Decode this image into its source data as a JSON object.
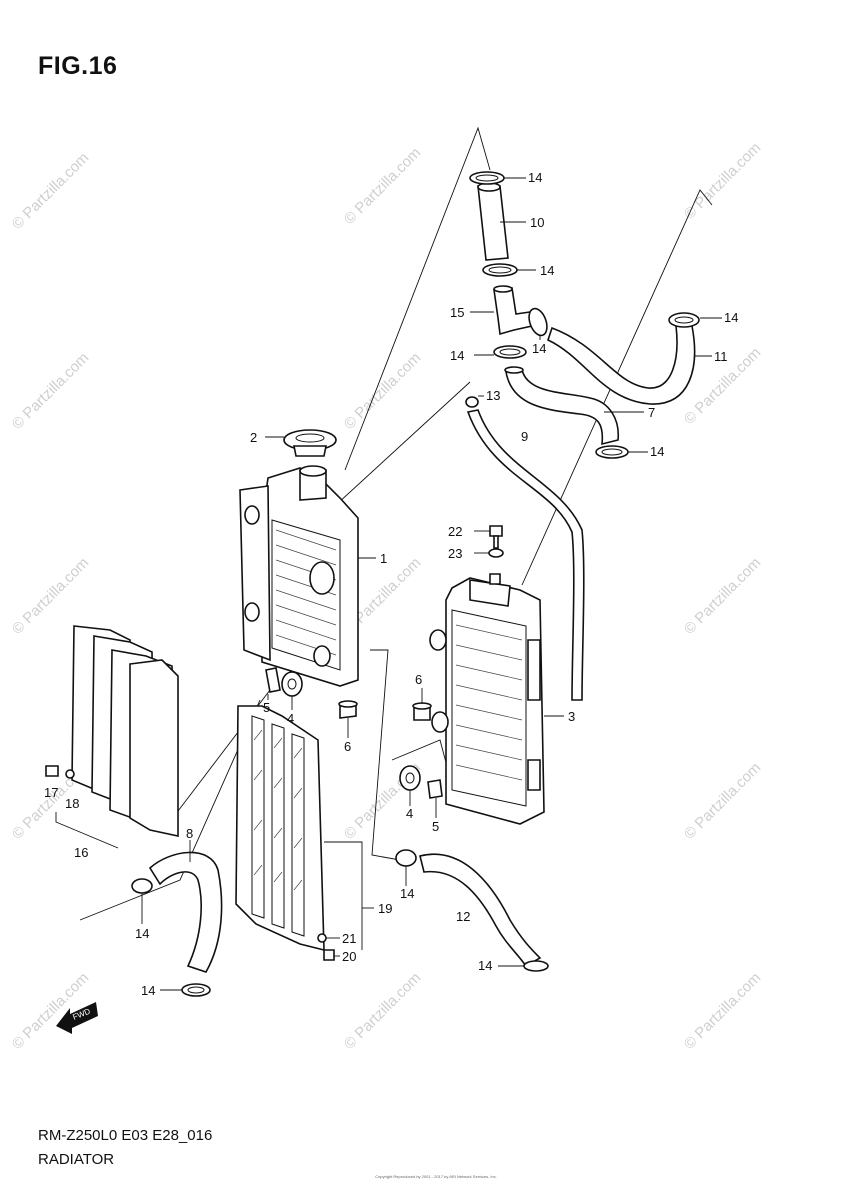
{
  "figure": {
    "title": "FIG.16",
    "code": "RM-Z250L0 E03 E28_016",
    "name": "RADIATOR",
    "copyright_small": "Copyright\nReproduced by 2001 - 2017 by ARI Network Services, Inc."
  },
  "watermark": {
    "text": "© Partzilla.com",
    "color": "#cfcfcf"
  },
  "callouts": [
    {
      "id": "c14a",
      "text": "14"
    },
    {
      "id": "c10",
      "text": "10"
    },
    {
      "id": "c14b",
      "text": "14"
    },
    {
      "id": "c15",
      "text": "15"
    },
    {
      "id": "c14c",
      "text": "14"
    },
    {
      "id": "c14d",
      "text": "14"
    },
    {
      "id": "c14e",
      "text": "14"
    },
    {
      "id": "c11",
      "text": "11"
    },
    {
      "id": "c13",
      "text": "13"
    },
    {
      "id": "c7",
      "text": "7"
    },
    {
      "id": "c9",
      "text": "9"
    },
    {
      "id": "c2",
      "text": "2"
    },
    {
      "id": "c14f",
      "text": "14"
    },
    {
      "id": "c1",
      "text": "1"
    },
    {
      "id": "c22",
      "text": "22"
    },
    {
      "id": "c23",
      "text": "23"
    },
    {
      "id": "c5a",
      "text": "5"
    },
    {
      "id": "c4a",
      "text": "4"
    },
    {
      "id": "c6a",
      "text": "6"
    },
    {
      "id": "c6b",
      "text": "6"
    },
    {
      "id": "c3",
      "text": "3"
    },
    {
      "id": "c17",
      "text": "17"
    },
    {
      "id": "c18",
      "text": "18"
    },
    {
      "id": "c16",
      "text": "16"
    },
    {
      "id": "c4b",
      "text": "4"
    },
    {
      "id": "c5b",
      "text": "5"
    },
    {
      "id": "c8",
      "text": "8"
    },
    {
      "id": "c14g",
      "text": "14"
    },
    {
      "id": "c14h",
      "text": "14"
    },
    {
      "id": "c19",
      "text": "19"
    },
    {
      "id": "c12",
      "text": "12"
    },
    {
      "id": "c21",
      "text": "21"
    },
    {
      "id": "c20",
      "text": "20"
    },
    {
      "id": "c14i",
      "text": "14"
    },
    {
      "id": "c14j",
      "text": "14"
    }
  ],
  "fwd_label": "FWD"
}
